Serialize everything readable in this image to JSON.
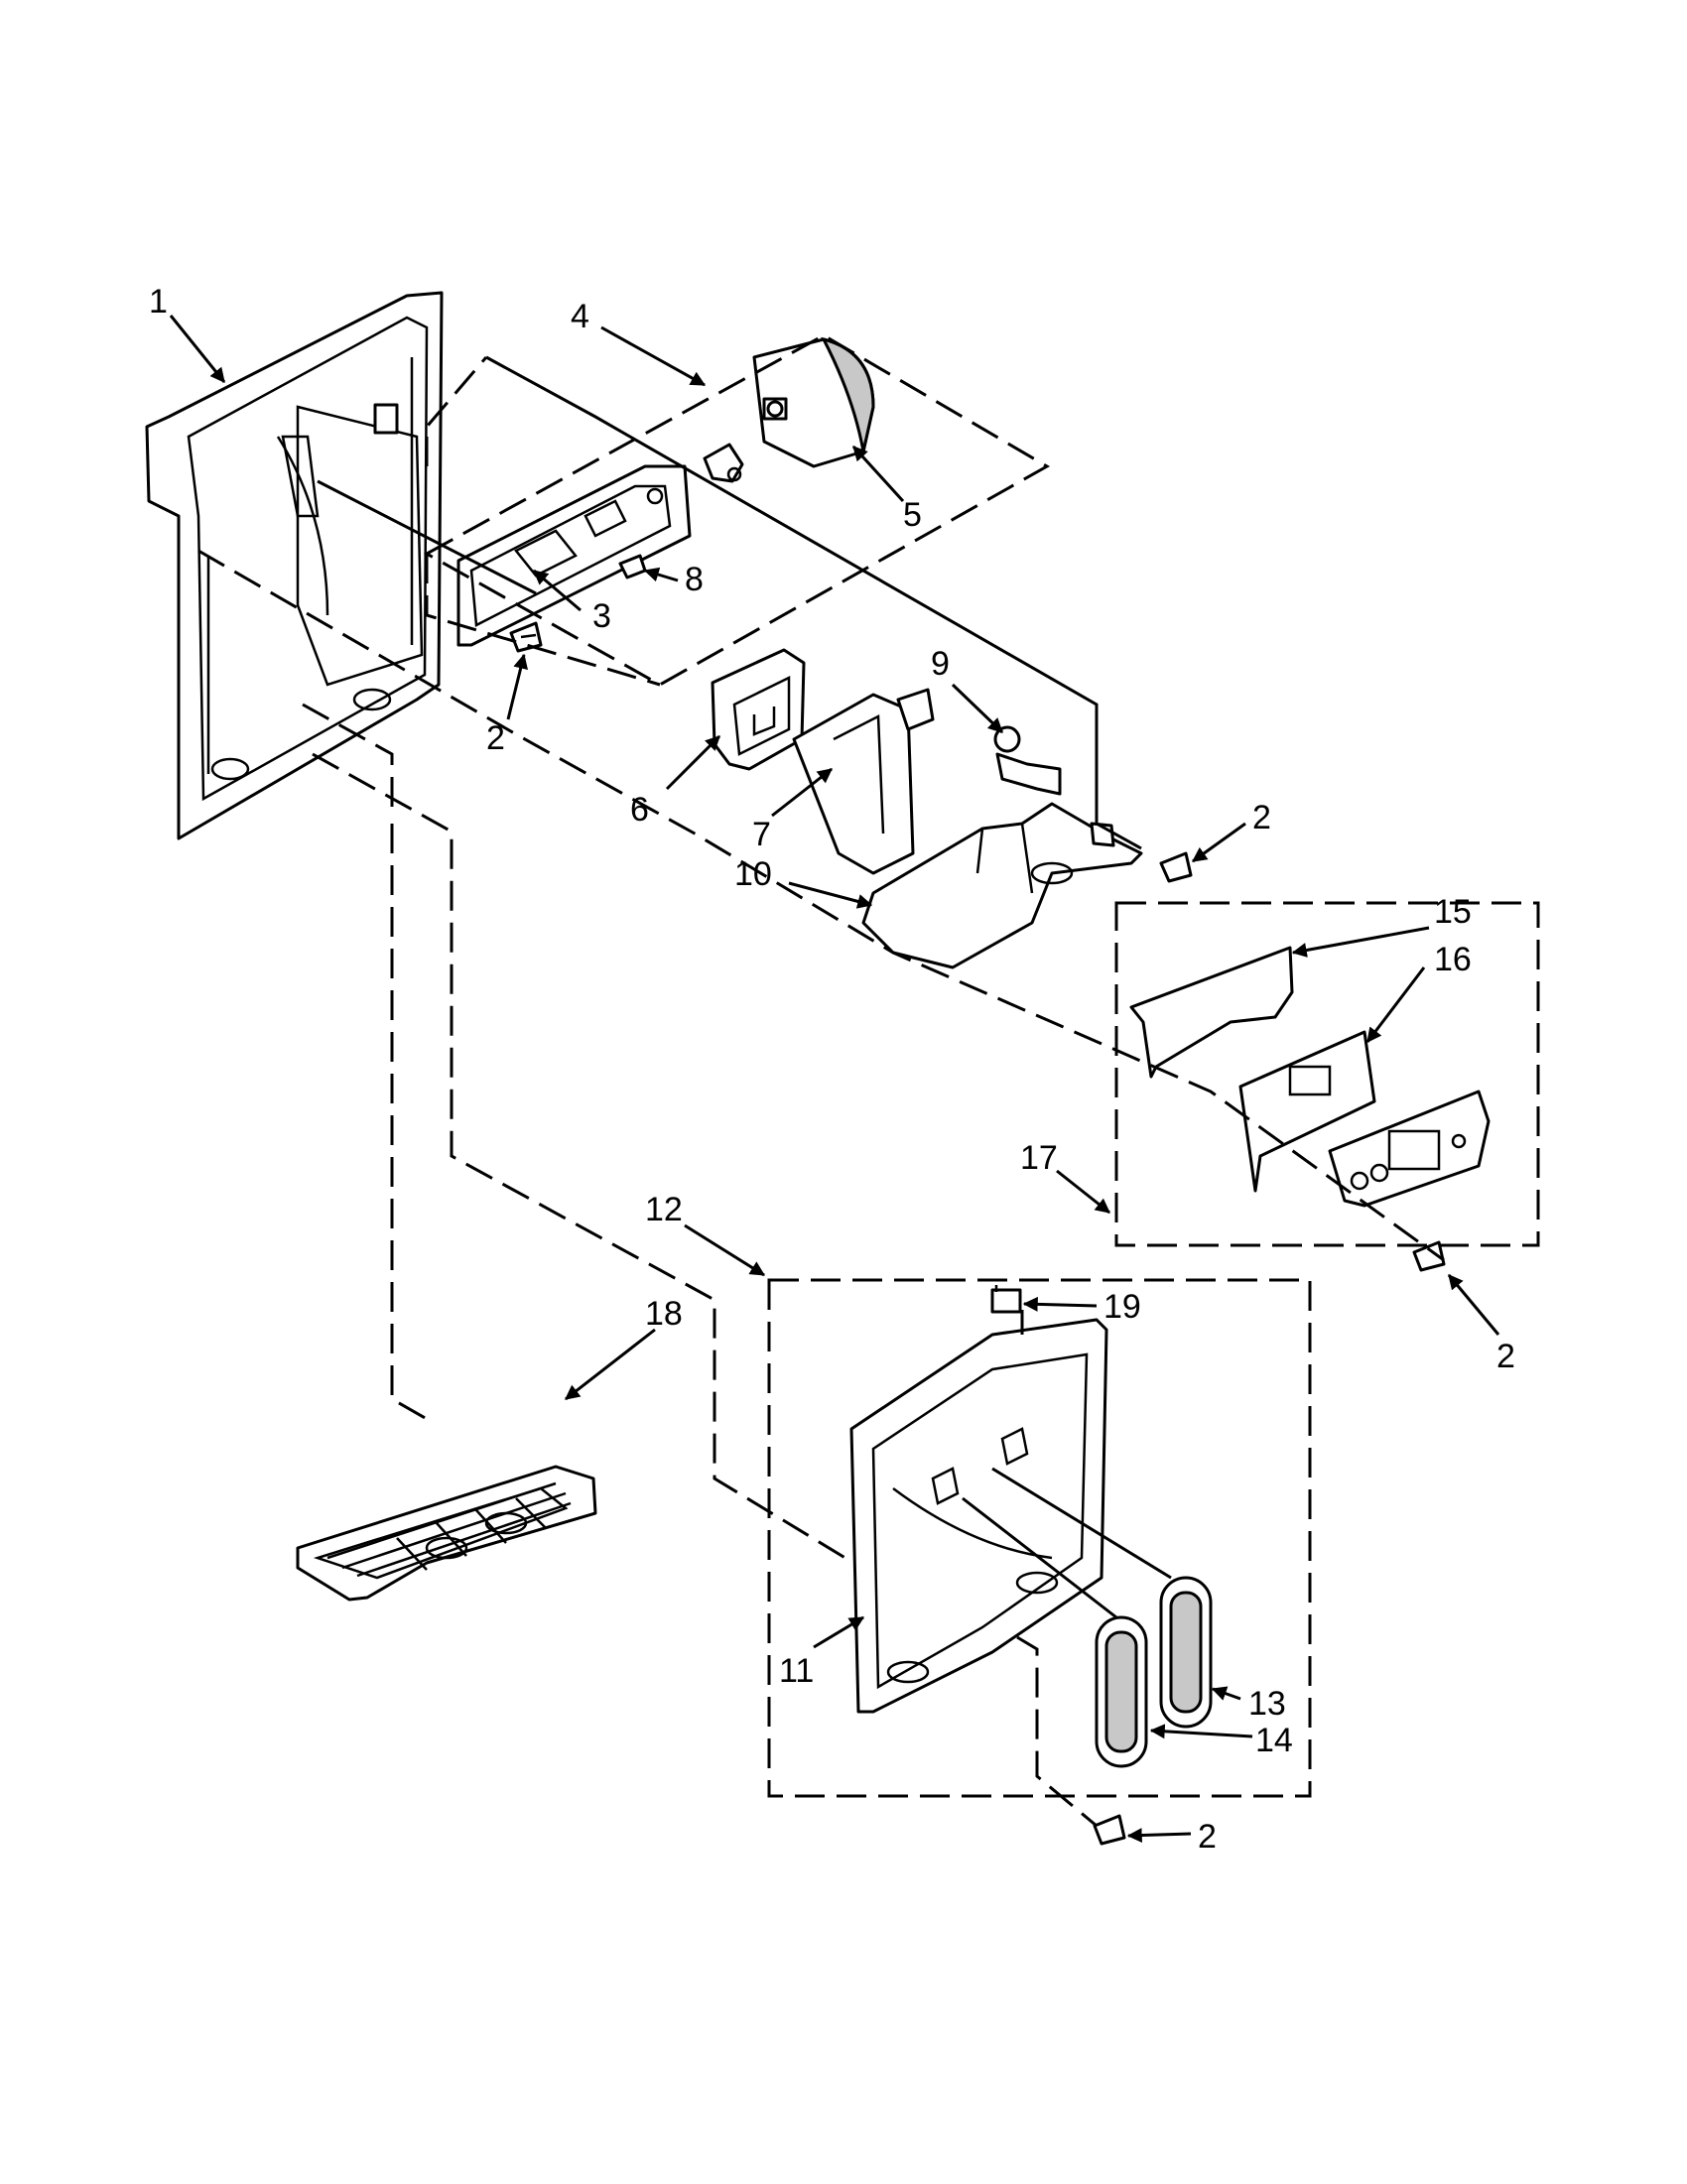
{
  "callouts": [
    {
      "id": "c1",
      "text": "1"
    },
    {
      "id": "c2a",
      "text": "2"
    },
    {
      "id": "c2b",
      "text": "2"
    },
    {
      "id": "c2c",
      "text": "2"
    },
    {
      "id": "c2d",
      "text": "2"
    },
    {
      "id": "c3",
      "text": "3"
    },
    {
      "id": "c4",
      "text": "4"
    },
    {
      "id": "c5",
      "text": "5"
    },
    {
      "id": "c6",
      "text": "6"
    },
    {
      "id": "c7",
      "text": "7"
    },
    {
      "id": "c8",
      "text": "8"
    },
    {
      "id": "c9",
      "text": "9"
    },
    {
      "id": "c10",
      "text": "10"
    },
    {
      "id": "c11",
      "text": "11"
    },
    {
      "id": "c12",
      "text": "12"
    },
    {
      "id": "c13",
      "text": "13"
    },
    {
      "id": "c14",
      "text": "14"
    },
    {
      "id": "c15",
      "text": "15"
    },
    {
      "id": "c16",
      "text": "16"
    },
    {
      "id": "c17",
      "text": "17"
    },
    {
      "id": "c18",
      "text": "18"
    },
    {
      "id": "c19",
      "text": "19"
    }
  ]
}
